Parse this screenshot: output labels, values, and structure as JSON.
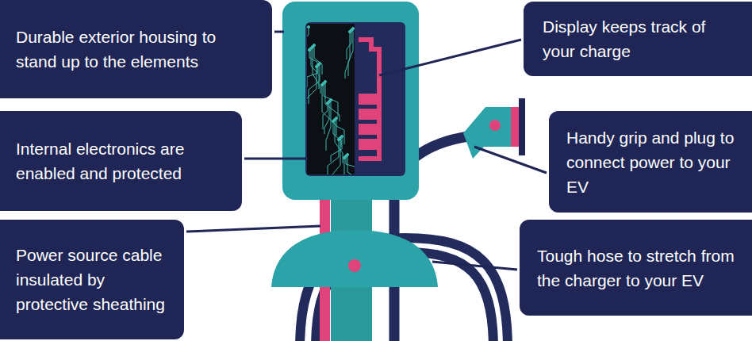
{
  "diagram": {
    "nodes": [
      {
        "text": [
          "Durable exterior housing to stand up to the elements"
        ]
      },
      {
        "text": [
          "Display keeps track of your charge"
        ]
      },
      {
        "text": [
          "Internal electronics are enabled and protected"
        ]
      },
      {
        "text": [
          "Handy grip and plug to connect power to your EV"
        ]
      },
      {
        "text": [
          "Power source cable insulated by protective sheathing"
        ]
      },
      {
        "text": [
          "Tough hose to stretch from the charger to your EV"
        ]
      }
    ]
  }
}
